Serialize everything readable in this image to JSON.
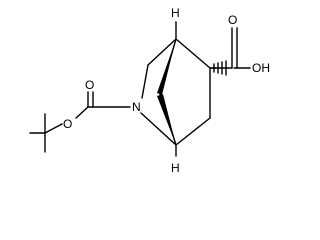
{
  "molecule": {
    "atom_labels": {
      "h_top": "H",
      "h_bottom": "H",
      "oh": "OH",
      "n": "N",
      "ester_o": "O",
      "carbonyl_o_left": "O",
      "carbonyl_o_right": "O"
    }
  }
}
